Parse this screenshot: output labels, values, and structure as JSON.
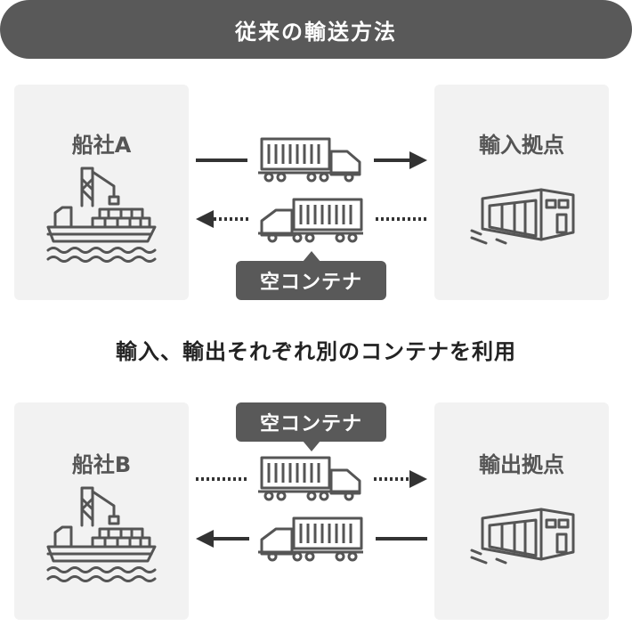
{
  "header": {
    "title": "従来の輸送方法"
  },
  "top": {
    "left_label": "船社A",
    "right_label": "輸入拠点",
    "callout": "空コンテナ"
  },
  "middle_caption": "輸入、輸出それぞれ別のコンテナを利用",
  "bottom": {
    "left_label": "船社B",
    "right_label": "輸出拠点",
    "callout": "空コンテナ"
  },
  "colors": {
    "dark": "#595959",
    "box": "#f2f2f2",
    "line": "#333333"
  }
}
